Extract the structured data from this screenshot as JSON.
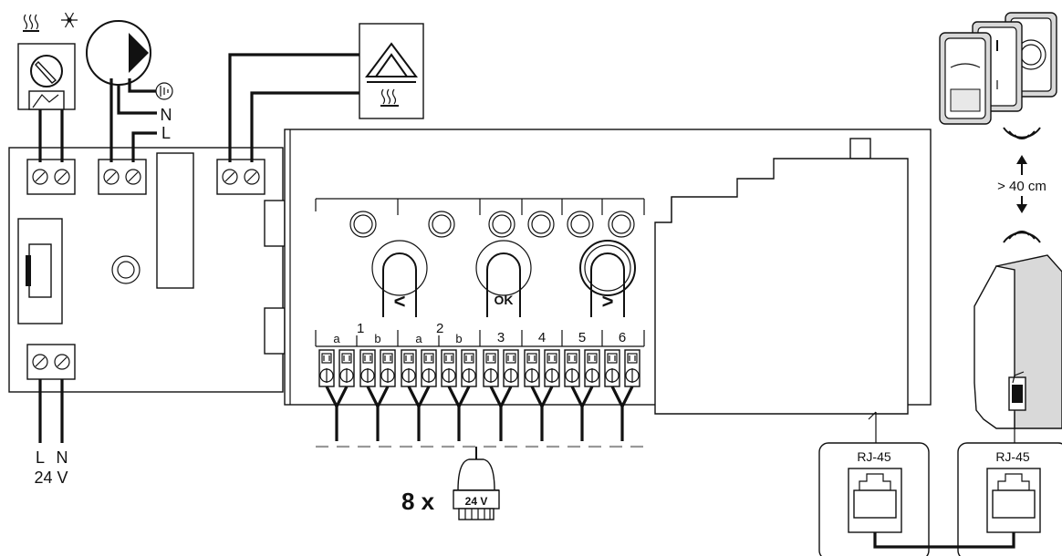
{
  "left_supply": {
    "l": "L",
    "n": "N",
    "voltage": "24 V"
  },
  "pump_wiring": {
    "n": "N",
    "l": "L"
  },
  "channels": {
    "group1": "1",
    "group2": "2",
    "sub_a1": "a",
    "sub_b1": "b",
    "sub_a2": "a",
    "sub_b2": "b",
    "ch3": "3",
    "ch4": "4",
    "ch5": "5",
    "ch6": "6"
  },
  "buttons": {
    "left": "<",
    "ok": "OK",
    "right": ">"
  },
  "actuators": {
    "count": "8 x",
    "voltage": "24 V"
  },
  "distance": "> 40 cm",
  "rj45_left": "RJ-45",
  "rj45_right": "RJ-45",
  "icons": {
    "heat": "heating-symbol-icon",
    "cool": "snowflake-icon",
    "earth": "earth-ground-icon",
    "wireless": "wireless-signal-icon"
  }
}
